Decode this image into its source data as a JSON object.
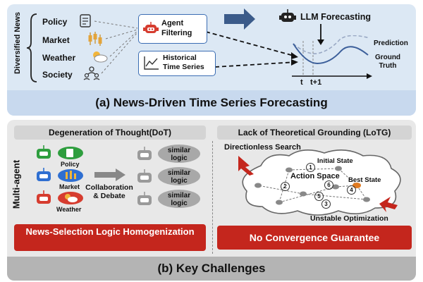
{
  "panel_a": {
    "side_label": "Diversified News",
    "news_items": [
      "Policy",
      "Market",
      "Weather",
      "Society"
    ],
    "agent_filtering": "Agent Filtering",
    "historical_series": "Historical Time Series",
    "llm_forecasting": "LLM Forecasting",
    "prediction": "Prediction",
    "ground_truth": "Ground Truth",
    "t_label": "t",
    "t1_label": "t+1",
    "caption": "(a) News-Driven Time Series Forecasting"
  },
  "panel_b": {
    "dot_header": "Degeneration of Thought(DoT)",
    "lotg_header": "Lack of Theoretical Grounding (LoTG)",
    "side_label": "Multi-agent",
    "agents": [
      "Policy",
      "Market",
      "Weather"
    ],
    "collab": "Collaboration & Debate",
    "similar_logic": "similar logic",
    "left_banner": "News-Selection Logic Homogenization",
    "directionless": "Directionless Search",
    "initial_state": "Initial State",
    "action_space": "Action Space",
    "best_state": "Best State",
    "unstable": "Unstable Optimization",
    "step_numbers": [
      "1",
      "2",
      "3",
      "4",
      "5",
      "6"
    ],
    "right_banner": "No Convergence Guarantee",
    "caption": "(b) Key Challenges"
  },
  "colors": {
    "accent_blue": "#3b6db3",
    "red": "#c4261d",
    "green": "#2e9e3e",
    "blue": "#2f6fd1",
    "panel_a_bg": "#dce8f4",
    "panel_b_bg": "#e8e8e8"
  }
}
